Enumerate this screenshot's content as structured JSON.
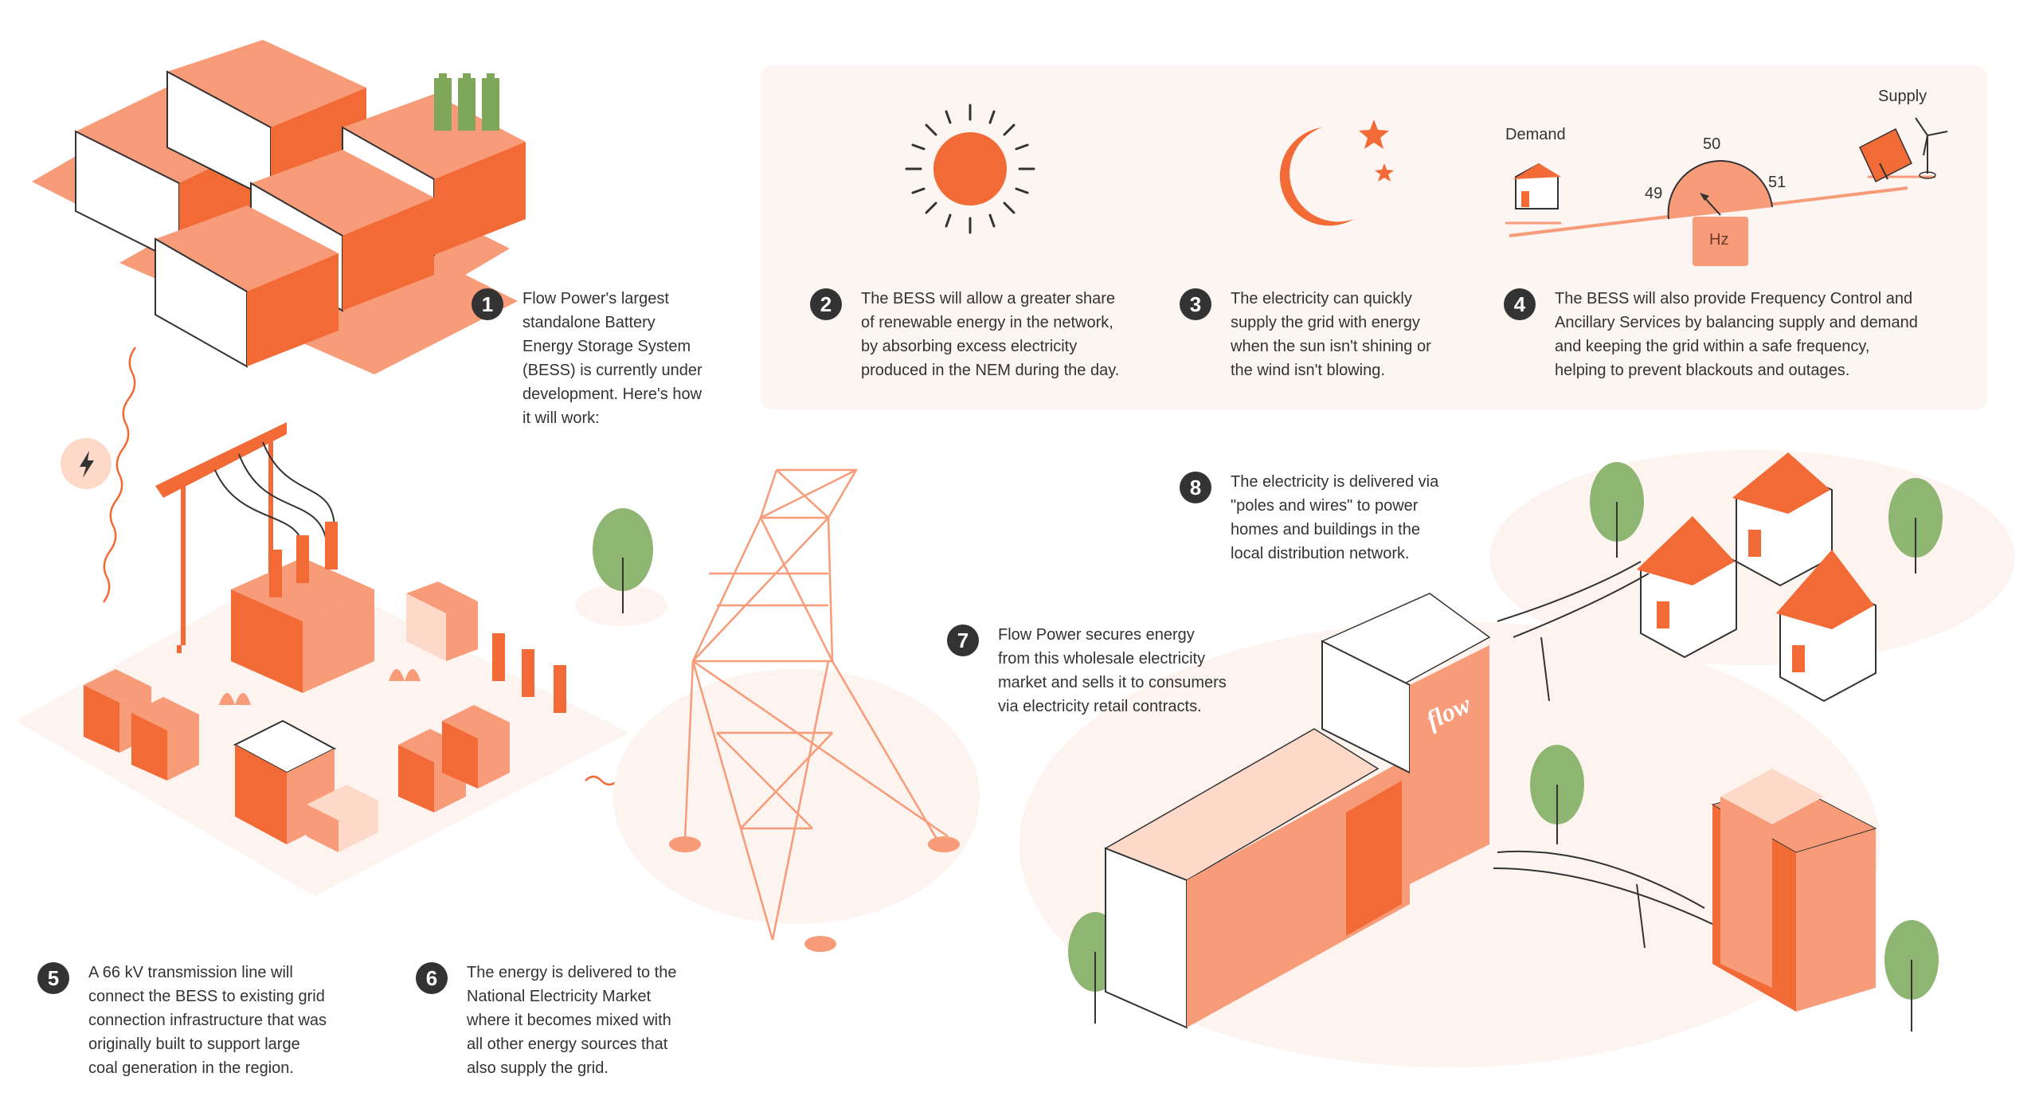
{
  "colors": {
    "orange": "#f26a35",
    "salmon": "#f79b78",
    "peach": "#fcd9c9",
    "blush": "#fdf3ef",
    "panel": "#fdf5f2",
    "green_battery": "#7ea858",
    "tree_green": "#8fb573",
    "dark": "#333333",
    "white": "#ffffff"
  },
  "steps": [
    {
      "number": "1",
      "text": "Flow Power's largest\nstandalone Battery\nEnergy Storage System\n(BESS) is currently under\ndevelopment. Here's how\nit will work:"
    },
    {
      "number": "2",
      "text": "The BESS will allow a greater share\nof renewable energy in the network,\nby absorbing excess electricity\nproduced in the NEM during the day."
    },
    {
      "number": "3",
      "text": "The electricity can quickly\nsupply the grid with energy\nwhen the sun isn't shining or\nthe wind isn't blowing."
    },
    {
      "number": "4",
      "text": "The BESS will also provide Frequency Control and\nAncillary Services by balancing supply and demand\nand keeping the grid within a safe frequency,\nhelping to prevent blackouts and outages."
    },
    {
      "number": "5",
      "text": "A 66 kV transmission line will\nconnect the BESS to existing grid\nconnection infrastructure that was\noriginally built to support large\ncoal generation in the region."
    },
    {
      "number": "6",
      "text": "The energy is delivered to the\nNational Electricity Market\nwhere it becomes mixed with\nall other energy sources that\nalso supply the grid."
    },
    {
      "number": "7",
      "text": "Flow Power secures energy\nfrom this wholesale electricity\nmarket and sells it to consumers\nvia electricity retail contracts."
    },
    {
      "number": "8",
      "text": "The electricity is delivered via\n\"poles and wires\" to power\nhomes and buildings in the\nlocal distribution network."
    }
  ],
  "balance": {
    "demand_label": "Demand",
    "supply_label": "Supply",
    "hz_label": "Hz",
    "ticks": [
      "49",
      "50",
      "51"
    ]
  },
  "logo": {
    "brand": "flow"
  },
  "icons": [
    "battery-icon",
    "bolt-icon",
    "sun-icon",
    "moon-icon",
    "star-icon",
    "house-icon",
    "solar-panel-icon",
    "wind-turbine-icon",
    "gauge-icon",
    "tree-icon",
    "transmission-tower-icon",
    "substation-icon",
    "office-building-icon"
  ]
}
